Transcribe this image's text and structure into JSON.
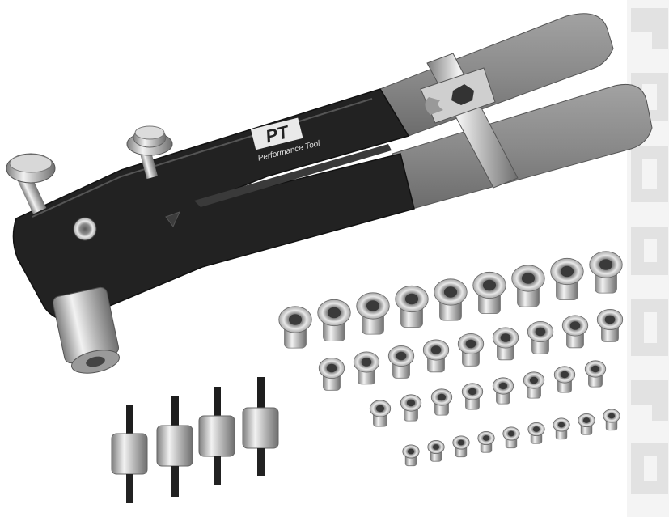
{
  "logo": {
    "mark": "PT",
    "wordmark": "Performance Tool"
  },
  "watermark": {
    "text": "Hand Riveter",
    "color": "#dcdcdc"
  },
  "palette": {
    "handle_grip": "#8a8a8a",
    "body": "#222222",
    "steel": "#c9c9c9"
  },
  "icons": [
    "riveter-tool-icon",
    "rivet-nut-icon",
    "mandrel-icon"
  ]
}
